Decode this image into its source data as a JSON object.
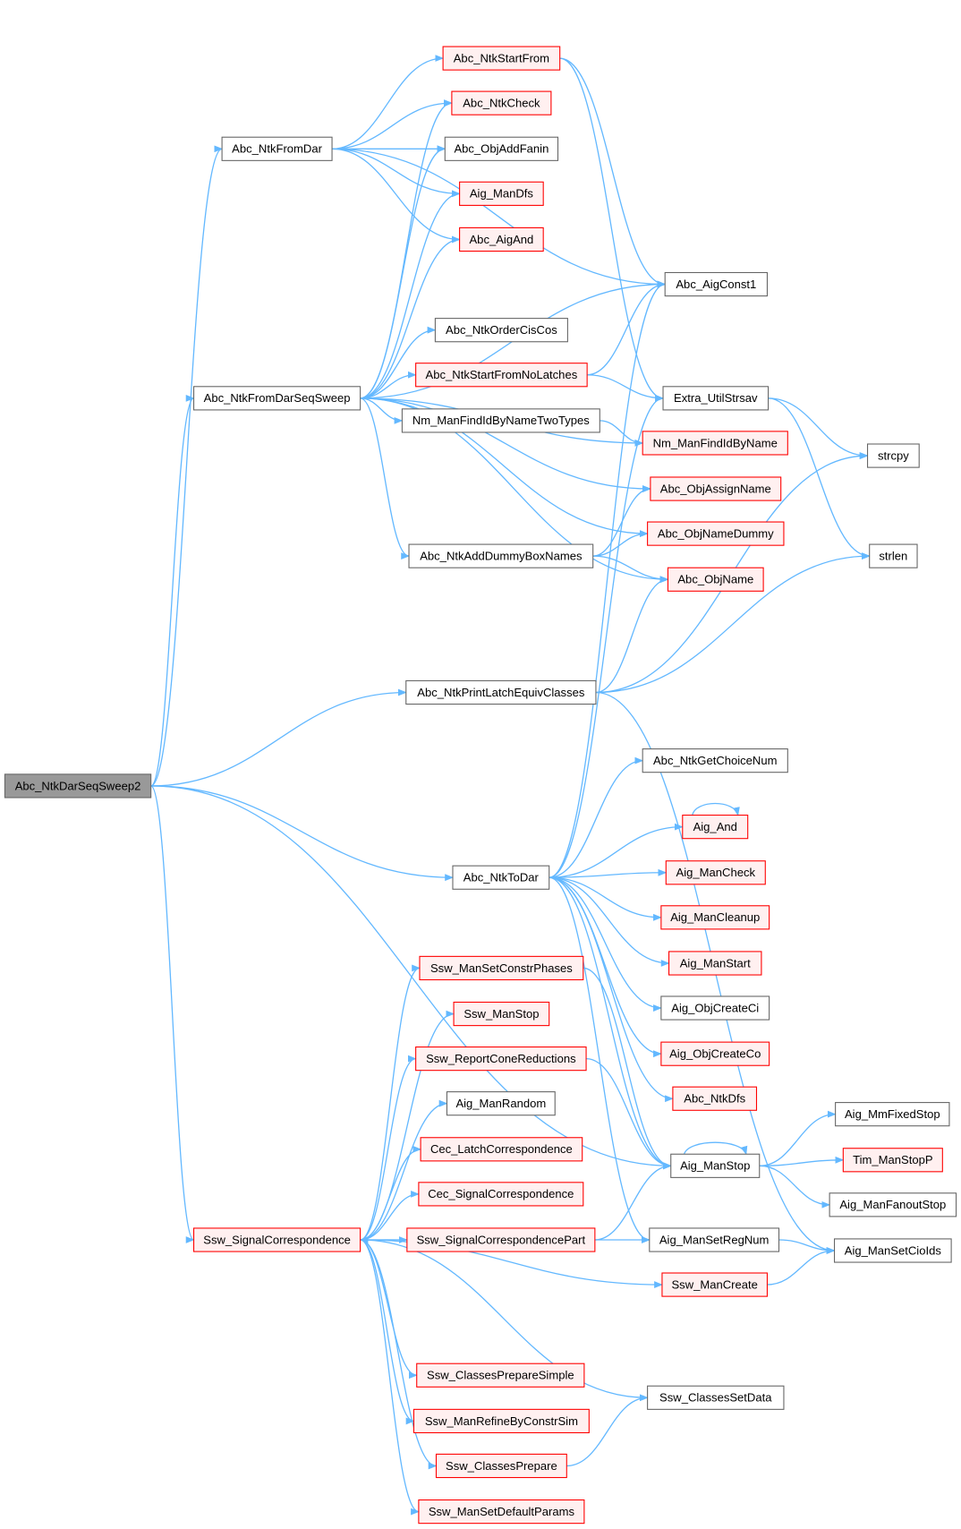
{
  "colors": {
    "edge": "#63b8ff",
    "root_fill": "#999999",
    "root_stroke": "#666666",
    "normal_fill": "#ffffff",
    "normal_stroke": "#666666",
    "highlight_fill": "#fff0f0",
    "highlight_stroke": "#ff0000"
  },
  "root": "Abc_NtkDarSeqSweep2",
  "nodes": [
    {
      "label": "Abc_NtkDarSeqSweep2",
      "kind": "root"
    },
    {
      "label": "Abc_NtkFromDar",
      "kind": "normal"
    },
    {
      "label": "Abc_NtkStartFrom",
      "kind": "highlight"
    },
    {
      "label": "Abc_NtkCheck",
      "kind": "highlight"
    },
    {
      "label": "Abc_ObjAddFanin",
      "kind": "normal"
    },
    {
      "label": "Aig_ManDfs",
      "kind": "highlight"
    },
    {
      "label": "Abc_AigAnd",
      "kind": "highlight"
    },
    {
      "label": "Abc_AigConst1",
      "kind": "normal"
    },
    {
      "label": "Abc_NtkOrderCisCos",
      "kind": "normal"
    },
    {
      "label": "Abc_NtkFromDarSeqSweep",
      "kind": "normal"
    },
    {
      "label": "Abc_NtkStartFromNoLatches",
      "kind": "highlight"
    },
    {
      "label": "Nm_ManFindIdByNameTwoTypes",
      "kind": "normal"
    },
    {
      "label": "Extra_UtilStrsav",
      "kind": "normal"
    },
    {
      "label": "Nm_ManFindIdByName",
      "kind": "highlight"
    },
    {
      "label": "strcpy",
      "kind": "normal"
    },
    {
      "label": "Abc_ObjAssignName",
      "kind": "highlight"
    },
    {
      "label": "Abc_ObjNameDummy",
      "kind": "highlight"
    },
    {
      "label": "Abc_NtkAddDummyBoxNames",
      "kind": "normal"
    },
    {
      "label": "strlen",
      "kind": "normal"
    },
    {
      "label": "Abc_ObjName",
      "kind": "highlight"
    },
    {
      "label": "Abc_NtkPrintLatchEquivClasses",
      "kind": "normal"
    },
    {
      "label": "Abc_NtkGetChoiceNum",
      "kind": "normal"
    },
    {
      "label": "Aig_And",
      "kind": "highlight"
    },
    {
      "label": "Abc_NtkToDar",
      "kind": "normal"
    },
    {
      "label": "Aig_ManCheck",
      "kind": "highlight"
    },
    {
      "label": "Aig_ManCleanup",
      "kind": "highlight"
    },
    {
      "label": "Aig_ManStart",
      "kind": "highlight"
    },
    {
      "label": "Aig_ObjCreateCi",
      "kind": "normal"
    },
    {
      "label": "Aig_ObjCreateCo",
      "kind": "highlight"
    },
    {
      "label": "Abc_NtkDfs",
      "kind": "highlight"
    },
    {
      "label": "Ssw_ManSetConstrPhases",
      "kind": "highlight"
    },
    {
      "label": "Ssw_ManStop",
      "kind": "highlight"
    },
    {
      "label": "Ssw_ReportConeReductions",
      "kind": "highlight"
    },
    {
      "label": "Aig_ManRandom",
      "kind": "normal"
    },
    {
      "label": "Cec_LatchCorrespondence",
      "kind": "highlight"
    },
    {
      "label": "Cec_SignalCorrespondence",
      "kind": "highlight"
    },
    {
      "label": "Ssw_SignalCorrespondence",
      "kind": "highlight"
    },
    {
      "label": "Ssw_SignalCorrespondencePart",
      "kind": "highlight"
    },
    {
      "label": "Aig_ManStop",
      "kind": "normal"
    },
    {
      "label": "Aig_MmFixedStop",
      "kind": "normal"
    },
    {
      "label": "Tim_ManStopP",
      "kind": "highlight"
    },
    {
      "label": "Aig_ManFanoutStop",
      "kind": "normal"
    },
    {
      "label": "Aig_ManSetRegNum",
      "kind": "normal"
    },
    {
      "label": "Aig_ManSetCioIds",
      "kind": "normal"
    },
    {
      "label": "Ssw_ManCreate",
      "kind": "highlight"
    },
    {
      "label": "Ssw_ClassesPrepareSimple",
      "kind": "highlight"
    },
    {
      "label": "Ssw_ClassesSetData",
      "kind": "normal"
    },
    {
      "label": "Ssw_ManRefineByConstrSim",
      "kind": "highlight"
    },
    {
      "label": "Ssw_ClassesPrepare",
      "kind": "highlight"
    },
    {
      "label": "Ssw_ManSetDefaultParams",
      "kind": "highlight"
    }
  ],
  "edges": [
    [
      "Abc_NtkDarSeqSweep2",
      "Abc_NtkFromDar"
    ],
    [
      "Abc_NtkDarSeqSweep2",
      "Abc_NtkFromDarSeqSweep"
    ],
    [
      "Abc_NtkDarSeqSweep2",
      "Abc_NtkPrintLatchEquivClasses"
    ],
    [
      "Abc_NtkDarSeqSweep2",
      "Abc_NtkToDar"
    ],
    [
      "Abc_NtkDarSeqSweep2",
      "Aig_ManStop"
    ],
    [
      "Abc_NtkDarSeqSweep2",
      "Ssw_SignalCorrespondence"
    ],
    [
      "Abc_NtkFromDar",
      "Abc_NtkStartFrom"
    ],
    [
      "Abc_NtkFromDar",
      "Abc_NtkCheck"
    ],
    [
      "Abc_NtkFromDar",
      "Abc_ObjAddFanin"
    ],
    [
      "Abc_NtkFromDar",
      "Aig_ManDfs"
    ],
    [
      "Abc_NtkFromDar",
      "Abc_AigAnd"
    ],
    [
      "Abc_NtkFromDar",
      "Abc_AigConst1"
    ],
    [
      "Abc_NtkFromDarSeqSweep",
      "Abc_NtkCheck"
    ],
    [
      "Abc_NtkFromDarSeqSweep",
      "Abc_ObjAddFanin"
    ],
    [
      "Abc_NtkFromDarSeqSweep",
      "Aig_ManDfs"
    ],
    [
      "Abc_NtkFromDarSeqSweep",
      "Abc_AigAnd"
    ],
    [
      "Abc_NtkFromDarSeqSweep",
      "Abc_AigConst1"
    ],
    [
      "Abc_NtkFromDarSeqSweep",
      "Abc_NtkOrderCisCos"
    ],
    [
      "Abc_NtkFromDarSeqSweep",
      "Abc_NtkStartFromNoLatches"
    ],
    [
      "Abc_NtkFromDarSeqSweep",
      "Nm_ManFindIdByNameTwoTypes"
    ],
    [
      "Abc_NtkFromDarSeqSweep",
      "Nm_ManFindIdByName"
    ],
    [
      "Abc_NtkFromDarSeqSweep",
      "Abc_ObjAssignName"
    ],
    [
      "Abc_NtkFromDarSeqSweep",
      "Abc_NtkAddDummyBoxNames"
    ],
    [
      "Abc_NtkFromDarSeqSweep",
      "Abc_ObjNameDummy"
    ],
    [
      "Abc_NtkFromDarSeqSweep",
      "Abc_ObjName"
    ],
    [
      "Abc_NtkStartFrom",
      "Abc_AigConst1"
    ],
    [
      "Abc_NtkStartFrom",
      "Extra_UtilStrsav"
    ],
    [
      "Abc_NtkStartFromNoLatches",
      "Abc_AigConst1"
    ],
    [
      "Abc_NtkStartFromNoLatches",
      "Extra_UtilStrsav"
    ],
    [
      "Nm_ManFindIdByNameTwoTypes",
      "Nm_ManFindIdByName"
    ],
    [
      "Extra_UtilStrsav",
      "strcpy"
    ],
    [
      "Extra_UtilStrsav",
      "strlen"
    ],
    [
      "Abc_NtkAddDummyBoxNames",
      "Abc_ObjAssignName"
    ],
    [
      "Abc_NtkAddDummyBoxNames",
      "Abc_ObjNameDummy"
    ],
    [
      "Abc_NtkAddDummyBoxNames",
      "Abc_ObjName"
    ],
    [
      "Abc_NtkPrintLatchEquivClasses",
      "strcpy"
    ],
    [
      "Abc_NtkPrintLatchEquivClasses",
      "strlen"
    ],
    [
      "Abc_NtkPrintLatchEquivClasses",
      "Abc_ObjName"
    ],
    [
      "Abc_NtkPrintLatchEquivClasses",
      "Aig_ManSetCioIds"
    ],
    [
      "Abc_NtkToDar",
      "Abc_AigConst1"
    ],
    [
      "Abc_NtkToDar",
      "Extra_UtilStrsav"
    ],
    [
      "Abc_NtkToDar",
      "Abc_NtkGetChoiceNum"
    ],
    [
      "Abc_NtkToDar",
      "Aig_And"
    ],
    [
      "Abc_NtkToDar",
      "Aig_ManCheck"
    ],
    [
      "Abc_NtkToDar",
      "Aig_ManCleanup"
    ],
    [
      "Abc_NtkToDar",
      "Aig_ManStart"
    ],
    [
      "Abc_NtkToDar",
      "Aig_ObjCreateCi"
    ],
    [
      "Abc_NtkToDar",
      "Aig_ObjCreateCo"
    ],
    [
      "Abc_NtkToDar",
      "Abc_NtkDfs"
    ],
    [
      "Abc_NtkToDar",
      "Aig_ManStop"
    ],
    [
      "Abc_NtkToDar",
      "Aig_ManSetRegNum"
    ],
    [
      "Aig_And",
      "Aig_And"
    ],
    [
      "Aig_ManStop",
      "Aig_ManStop"
    ],
    [
      "Aig_ManStop",
      "Aig_MmFixedStop"
    ],
    [
      "Aig_ManStop",
      "Tim_ManStopP"
    ],
    [
      "Aig_ManStop",
      "Aig_ManFanoutStop"
    ],
    [
      "Ssw_SignalCorrespondence",
      "Ssw_ManSetConstrPhases"
    ],
    [
      "Ssw_SignalCorrespondence",
      "Ssw_ManStop"
    ],
    [
      "Ssw_SignalCorrespondence",
      "Ssw_ReportConeReductions"
    ],
    [
      "Ssw_SignalCorrespondence",
      "Aig_ManRandom"
    ],
    [
      "Ssw_SignalCorrespondence",
      "Cec_LatchCorrespondence"
    ],
    [
      "Ssw_SignalCorrespondence",
      "Cec_SignalCorrespondence"
    ],
    [
      "Ssw_SignalCorrespondence",
      "Ssw_SignalCorrespondencePart"
    ],
    [
      "Ssw_SignalCorrespondence",
      "Ssw_ManCreate"
    ],
    [
      "Ssw_SignalCorrespondence",
      "Ssw_ClassesPrepareSimple"
    ],
    [
      "Ssw_SignalCorrespondence",
      "Ssw_ClassesSetData"
    ],
    [
      "Ssw_SignalCorrespondence",
      "Ssw_ManRefineByConstrSim"
    ],
    [
      "Ssw_SignalCorrespondence",
      "Ssw_ClassesPrepare"
    ],
    [
      "Ssw_SignalCorrespondence",
      "Ssw_ManSetDefaultParams"
    ],
    [
      "Ssw_SignalCorrespondencePart",
      "Ssw_SignalCorrespondence"
    ],
    [
      "Ssw_SignalCorrespondencePart",
      "Aig_ManStop"
    ],
    [
      "Ssw_SignalCorrespondencePart",
      "Aig_ManSetRegNum"
    ],
    [
      "Ssw_ManSetConstrPhases",
      "Aig_ManStop"
    ],
    [
      "Ssw_ReportConeReductions",
      "Aig_ManStop"
    ],
    [
      "Aig_ManSetRegNum",
      "Aig_ManSetCioIds"
    ],
    [
      "Ssw_ManCreate",
      "Aig_ManSetCioIds"
    ],
    [
      "Ssw_ClassesPrepare",
      "Ssw_ClassesSetData"
    ]
  ]
}
